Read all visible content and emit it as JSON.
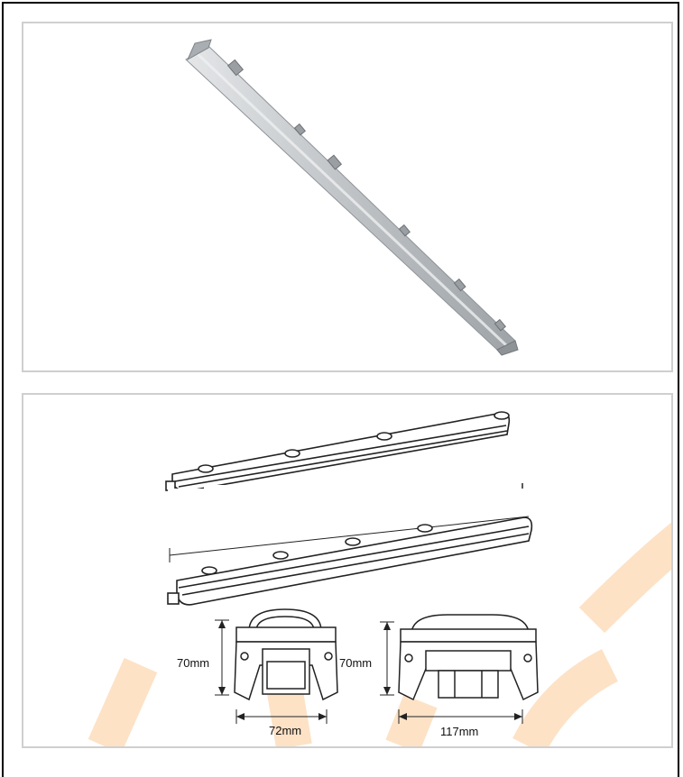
{
  "dimensions": {
    "side_height_left": "70mm",
    "side_width_left": "72mm",
    "side_height_right": "70mm",
    "side_width_right": "117mm"
  },
  "colors": {
    "watermark": "#fde2c6",
    "fixture_body": "#bfc3c6",
    "line": "#222222"
  }
}
